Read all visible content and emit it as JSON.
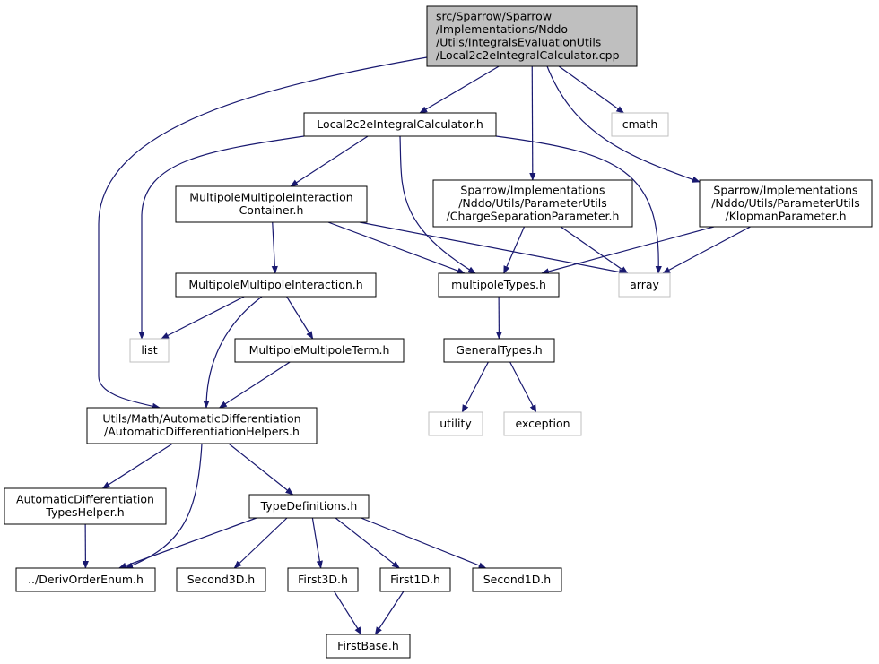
{
  "colors": {
    "edge": "#191970",
    "node_border": "#000000",
    "external_border": "#bfbfbf",
    "external_text": "#555555",
    "root_fill": "#bfbfbf",
    "node_fill": "#ffffff"
  },
  "nodes": [
    {
      "id": "root",
      "lines": [
        "src/Sparrow/Sparrow",
        "/Implementations/Nddo",
        "/Utils/IntegralsEvaluationUtils",
        "/Local2c2eIntegralCalculator.cpp"
      ],
      "kind": "root"
    },
    {
      "id": "local2c2e_h",
      "lines": [
        "Local2c2eIntegralCalculator.h"
      ],
      "kind": "file"
    },
    {
      "id": "cmath",
      "lines": [
        "cmath"
      ],
      "kind": "external"
    },
    {
      "id": "mmic_h",
      "lines": [
        "MultipoleMultipoleInteraction",
        "Container.h"
      ],
      "kind": "file"
    },
    {
      "id": "charge_sep_h",
      "lines": [
        "Sparrow/Implementations",
        "/Nddo/Utils/ParameterUtils",
        "/ChargeSeparationParameter.h"
      ],
      "kind": "file"
    },
    {
      "id": "klopman_h",
      "lines": [
        "Sparrow/Implementations",
        "/Nddo/Utils/ParameterUtils",
        "/KlopmanParameter.h"
      ],
      "kind": "file"
    },
    {
      "id": "mmi_h",
      "lines": [
        "MultipoleMultipoleInteraction.h"
      ],
      "kind": "file"
    },
    {
      "id": "multipole_types_h",
      "lines": [
        "multipoleTypes.h"
      ],
      "kind": "file"
    },
    {
      "id": "array",
      "lines": [
        "array"
      ],
      "kind": "external"
    },
    {
      "id": "list",
      "lines": [
        "list"
      ],
      "kind": "external"
    },
    {
      "id": "mmt_h",
      "lines": [
        "MultipoleMultipoleTerm.h"
      ],
      "kind": "file"
    },
    {
      "id": "general_types_h",
      "lines": [
        "GeneralTypes.h"
      ],
      "kind": "file"
    },
    {
      "id": "utility",
      "lines": [
        "utility"
      ],
      "kind": "external"
    },
    {
      "id": "exception",
      "lines": [
        "exception"
      ],
      "kind": "external"
    },
    {
      "id": "autodiff_helpers_h",
      "lines": [
        "Utils/Math/AutomaticDifferentiation",
        "/AutomaticDifferentiationHelpers.h"
      ],
      "kind": "file"
    },
    {
      "id": "autodiff_types_helper_h",
      "lines": [
        "AutomaticDifferentiation",
        "TypesHelper.h"
      ],
      "kind": "file"
    },
    {
      "id": "type_definitions_h",
      "lines": [
        "TypeDefinitions.h"
      ],
      "kind": "file"
    },
    {
      "id": "deriv_order_enum_h",
      "lines": [
        "../DerivOrderEnum.h"
      ],
      "kind": "file"
    },
    {
      "id": "second3d_h",
      "lines": [
        "Second3D.h"
      ],
      "kind": "file"
    },
    {
      "id": "first3d_h",
      "lines": [
        "First3D.h"
      ],
      "kind": "file"
    },
    {
      "id": "first1d_h",
      "lines": [
        "First1D.h"
      ],
      "kind": "file"
    },
    {
      "id": "second1d_h",
      "lines": [
        "Second1D.h"
      ],
      "kind": "file"
    },
    {
      "id": "first_base_h",
      "lines": [
        "FirstBase.h"
      ],
      "kind": "file"
    }
  ],
  "edges": [
    {
      "from": "root",
      "to": "local2c2e_h"
    },
    {
      "from": "root",
      "to": "cmath"
    },
    {
      "from": "root",
      "to": "charge_sep_h"
    },
    {
      "from": "root",
      "to": "klopman_h"
    },
    {
      "from": "root",
      "to": "autodiff_helpers_h"
    },
    {
      "from": "local2c2e_h",
      "to": "mmic_h"
    },
    {
      "from": "local2c2e_h",
      "to": "list"
    },
    {
      "from": "local2c2e_h",
      "to": "multipole_types_h"
    },
    {
      "from": "local2c2e_h",
      "to": "array"
    },
    {
      "from": "mmic_h",
      "to": "mmi_h"
    },
    {
      "from": "mmic_h",
      "to": "multipole_types_h"
    },
    {
      "from": "mmic_h",
      "to": "array"
    },
    {
      "from": "charge_sep_h",
      "to": "multipole_types_h"
    },
    {
      "from": "charge_sep_h",
      "to": "array"
    },
    {
      "from": "klopman_h",
      "to": "multipole_types_h"
    },
    {
      "from": "klopman_h",
      "to": "array"
    },
    {
      "from": "mmi_h",
      "to": "list"
    },
    {
      "from": "mmi_h",
      "to": "mmt_h"
    },
    {
      "from": "mmi_h",
      "to": "autodiff_helpers_h"
    },
    {
      "from": "mmt_h",
      "to": "autodiff_helpers_h"
    },
    {
      "from": "multipole_types_h",
      "to": "general_types_h"
    },
    {
      "from": "general_types_h",
      "to": "utility"
    },
    {
      "from": "general_types_h",
      "to": "exception"
    },
    {
      "from": "autodiff_helpers_h",
      "to": "autodiff_types_helper_h"
    },
    {
      "from": "autodiff_helpers_h",
      "to": "type_definitions_h"
    },
    {
      "from": "autodiff_helpers_h",
      "to": "deriv_order_enum_h"
    },
    {
      "from": "autodiff_types_helper_h",
      "to": "deriv_order_enum_h"
    },
    {
      "from": "type_definitions_h",
      "to": "deriv_order_enum_h"
    },
    {
      "from": "type_definitions_h",
      "to": "second3d_h"
    },
    {
      "from": "type_definitions_h",
      "to": "first3d_h"
    },
    {
      "from": "type_definitions_h",
      "to": "first1d_h"
    },
    {
      "from": "type_definitions_h",
      "to": "second1d_h"
    },
    {
      "from": "first3d_h",
      "to": "first_base_h"
    },
    {
      "from": "first1d_h",
      "to": "first_base_h"
    }
  ]
}
